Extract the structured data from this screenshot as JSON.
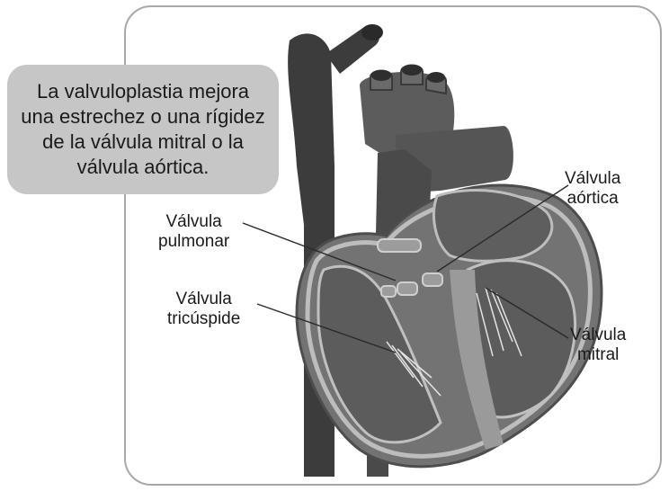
{
  "callout": {
    "text": "La valvuloplastia mejora una estrechez o una rígidez de la válvula mitral o la válvula aórtica."
  },
  "labels": {
    "pulmonar": {
      "line1": "Válvula",
      "line2": "pulmonar"
    },
    "aortica": {
      "line1": "Válvula",
      "line2": "aórtica"
    },
    "tricuspide": {
      "line1": "Válvula",
      "line2": "tricúspide"
    },
    "mitral": {
      "line1": "Válvula",
      "line2": "mitral"
    }
  },
  "colors": {
    "frame_border": "#a8a8a8",
    "callout_bg": "#c6c6c6",
    "vessel_dark": "#3e3e3e",
    "heart_body": "#6f6f6f",
    "chamber_interior": "#5a5a5a",
    "inner_lining": "#b9b9b9"
  }
}
